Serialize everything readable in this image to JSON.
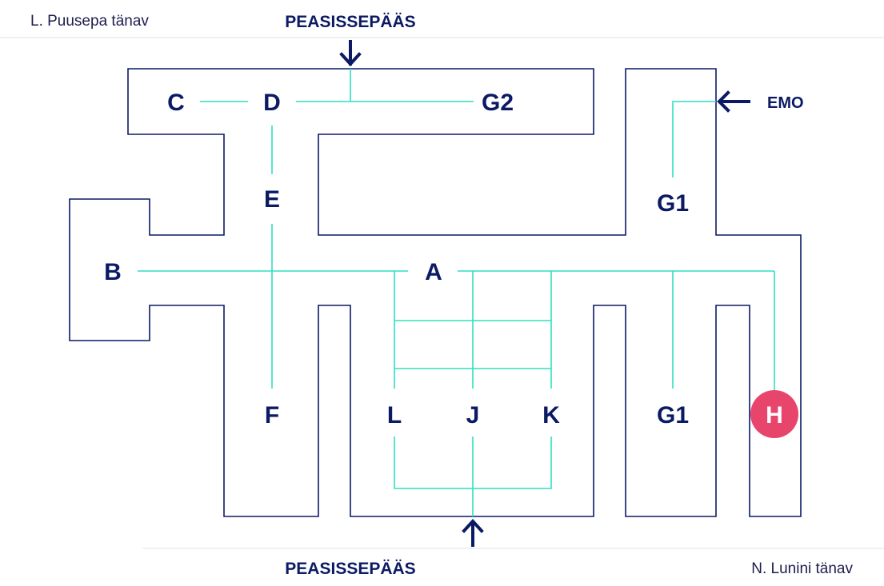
{
  "streets": {
    "top_left": "L. Puusepa tänav",
    "bottom_right": "N. Lunini tänav"
  },
  "entrances": {
    "main_top": "PEASISSEPÄÄS",
    "main_bottom": "PEASISSEPÄÄS",
    "emergency": "EMO"
  },
  "buildings": {
    "C": "C",
    "D": "D",
    "G2": "G2",
    "E": "E",
    "G1_upper": "G1",
    "B": "B",
    "A": "A",
    "F": "F",
    "L": "L",
    "J": "J",
    "K": "K",
    "G1_lower": "G1",
    "H": "H"
  },
  "colors": {
    "outline": "#0b1a63",
    "paths": "#2ee0c2",
    "highlight": "#e8456c"
  }
}
